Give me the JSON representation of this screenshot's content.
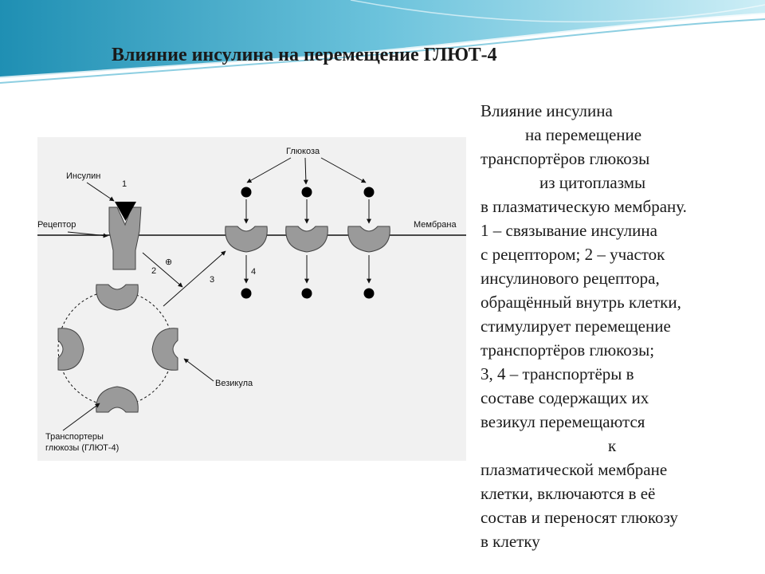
{
  "slide": {
    "title": "Влияние инсулина на перемещение ГЛЮТ-4"
  },
  "diagram": {
    "labels": {
      "insulin": "Инсулин",
      "receptor": "Рецептор",
      "glucose": "Глюкоза",
      "membrane": "Мембрана",
      "vesicle": "Везикула",
      "transporters_line1": "Транспортеры",
      "transporters_line2": "глюкозы (ГЛЮТ-4)",
      "plus_sign": "⊕"
    },
    "step_numbers": [
      "1",
      "2",
      "3",
      "4"
    ]
  },
  "description": {
    "lines": [
      "Влияние инсулина",
      "на перемещение",
      "транспортёров глюкозы",
      "из цитоплазмы",
      "в плазматическую мембрану.",
      "1 – связывание инсулина",
      "с рецептором; 2 – участок",
      "инсулинового рецептора,",
      "обращённый внутрь клетки,",
      "стимулирует перемещение",
      "транспортёров глюкозы;",
      "3, 4 – транспортёры в",
      "составе содержащих их",
      "везикул перемещаются",
      "к",
      "плазматической мембране",
      "клетки, включаются в её",
      "состав и переносят глюкозу",
      "в клетку"
    ]
  },
  "colors": {
    "header_dark": "#1f8fb3",
    "header_light": "#a9dceb",
    "transporter_fill": "#9a9a9a",
    "diagram_bg": "#f1f1f1"
  }
}
